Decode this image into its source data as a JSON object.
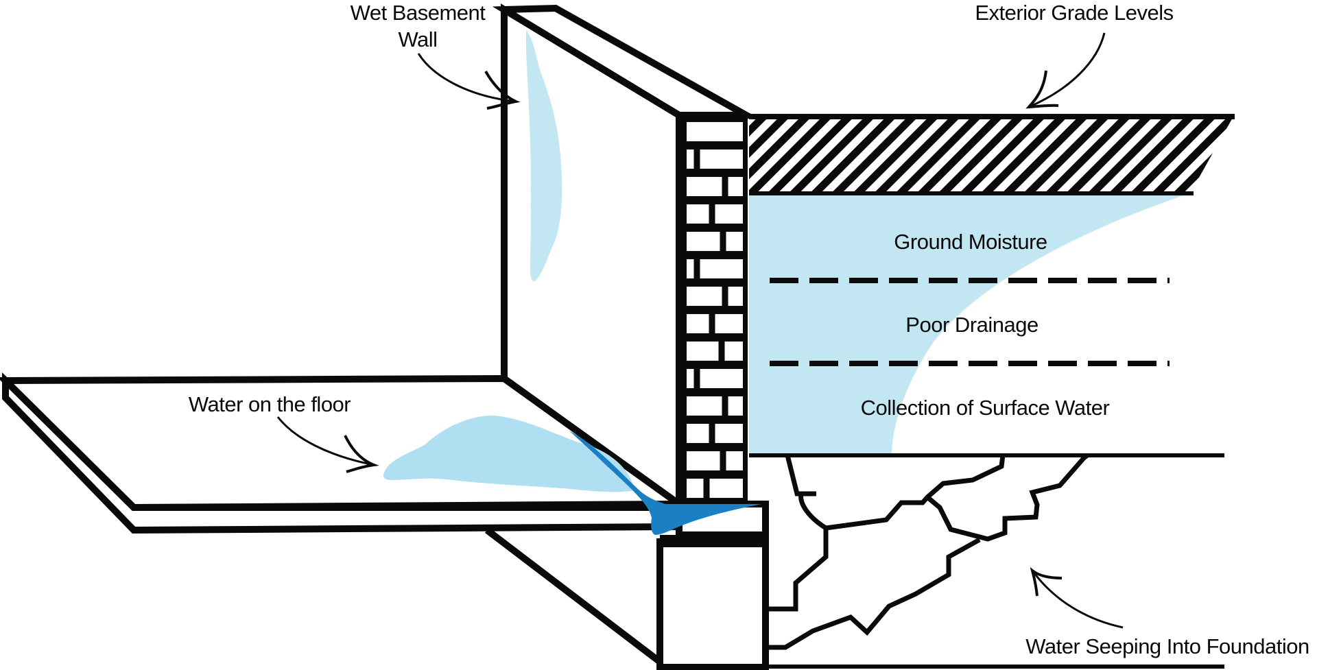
{
  "diagram": {
    "title": "Wet basement causes",
    "labels": {
      "wet_wall": [
        "Wet Basement",
        "Wall"
      ],
      "grade": "Exterior Grade Levels",
      "ground_moisture": "Ground Moisture",
      "poor_drainage": "Poor Drainage",
      "surface_water": "Collection of Surface Water",
      "water_floor": "Water on the floor",
      "seeping": "Water Seeping Into Foundation"
    },
    "colors": {
      "ink": "#0a0a0a",
      "light_water": "#c2e6f2",
      "puddle_water": "#afdff0",
      "leak_water": "#1b7fc3",
      "background": "#ffffff"
    }
  }
}
